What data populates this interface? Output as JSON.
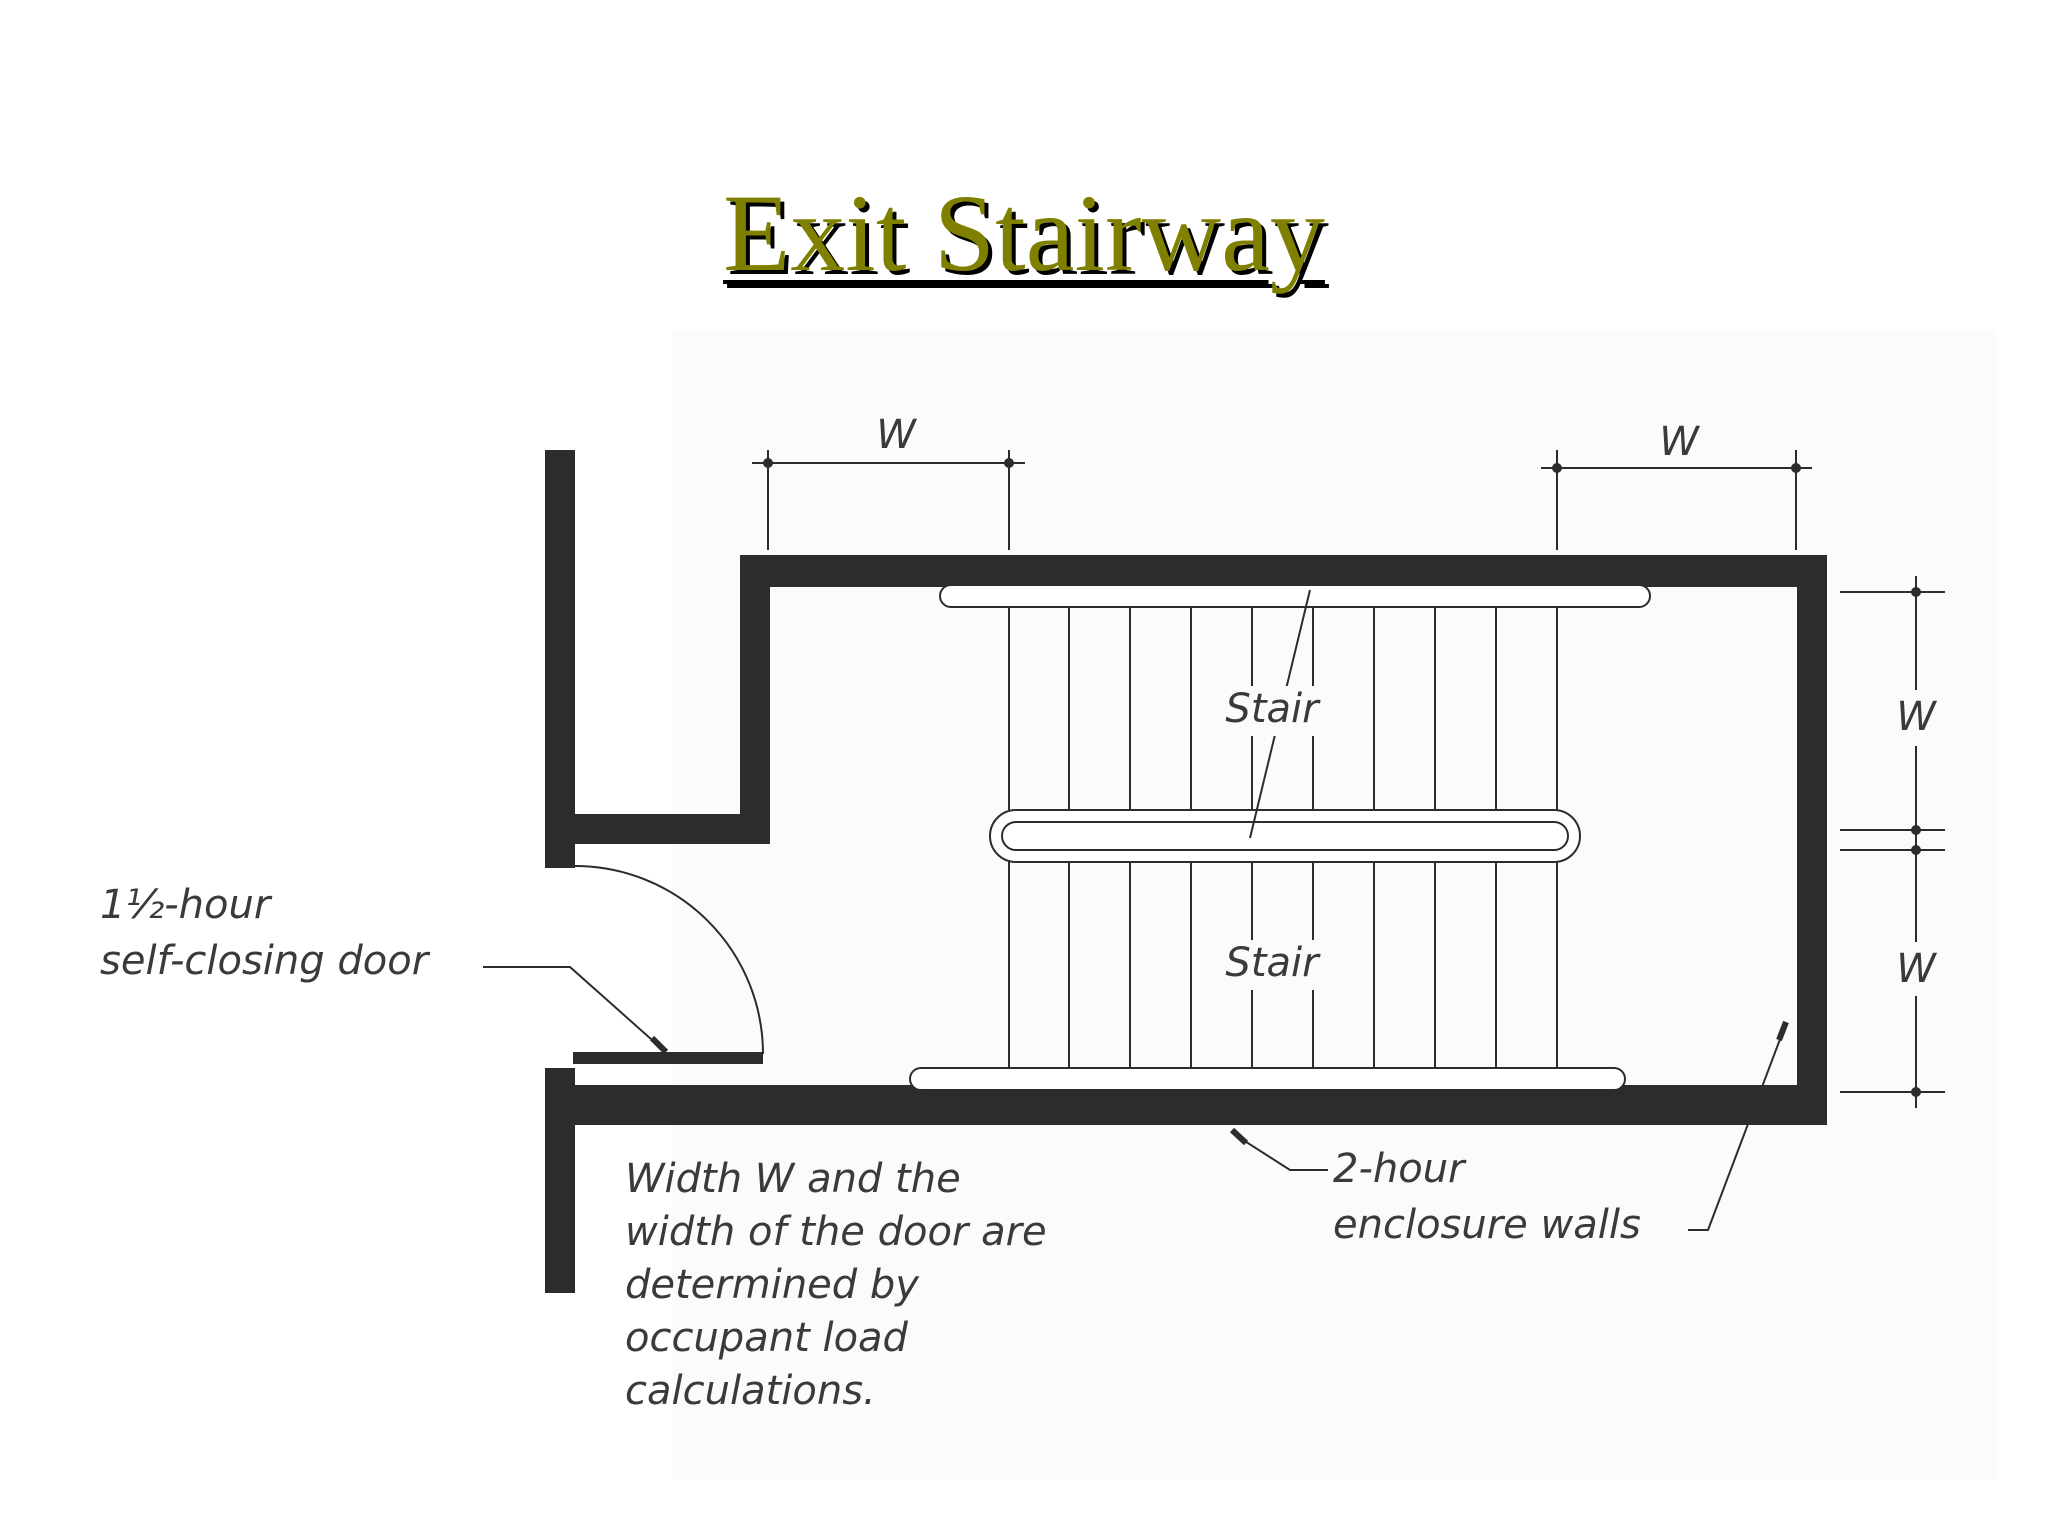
{
  "title": "Exit Stairway",
  "labels": {
    "dim_top_left": "W",
    "dim_top_right": "W",
    "dim_right_upper": "W",
    "dim_right_lower": "W",
    "stair_upper": "Stair",
    "stair_lower": "Stair",
    "door_line1": "1½-hour",
    "door_line2": "self-closing door",
    "walls_line1": "2-hour",
    "walls_line2": "enclosure walls",
    "note_lines": [
      "Width W and the",
      "width of the door are",
      "determined by",
      "occupant load",
      "calculations."
    ]
  },
  "colors": {
    "title": "#808000",
    "walls": "#2c2c2c"
  }
}
